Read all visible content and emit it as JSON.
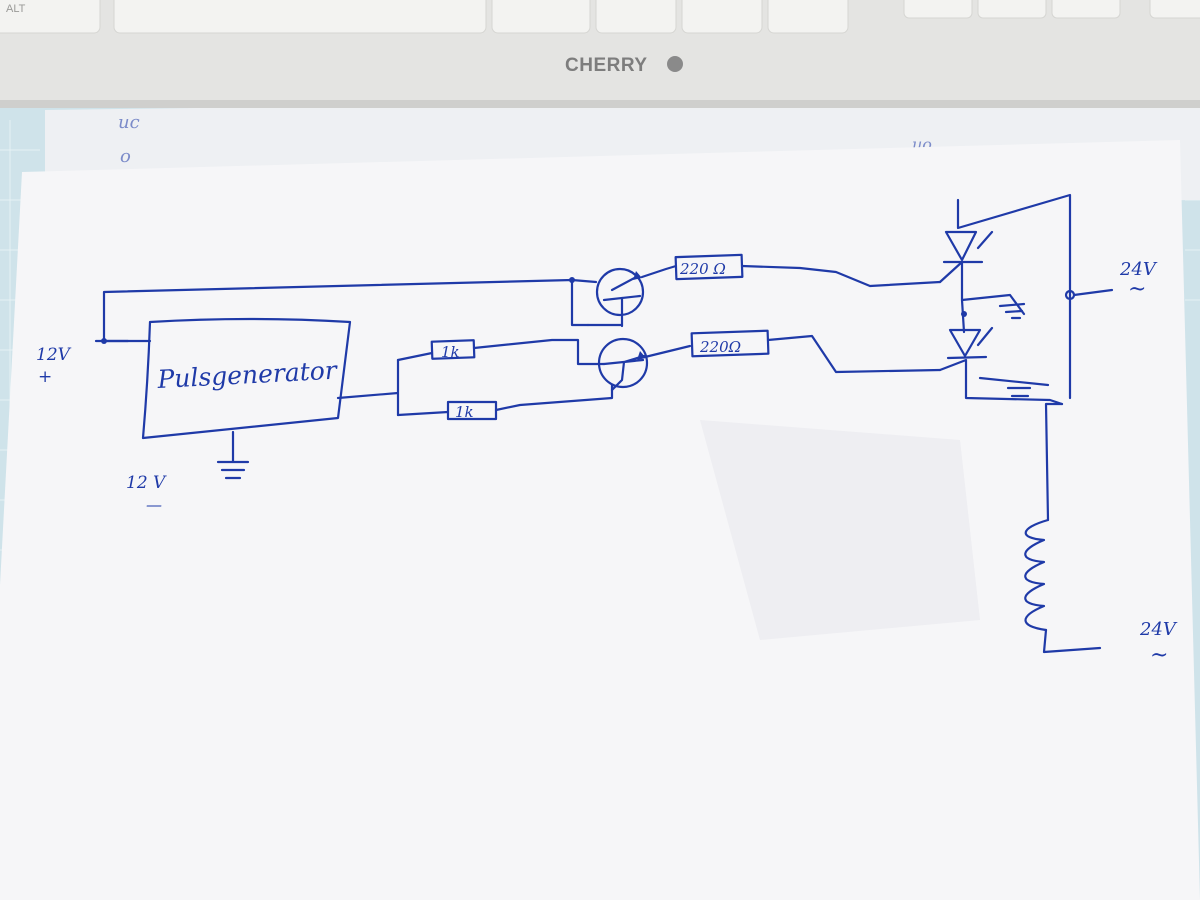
{
  "keyboard": {
    "brand": "CHERRY",
    "alt_key_label": "ALT"
  },
  "sheet_behind": {
    "scribble_top": "uc",
    "scribble_left": "o",
    "scribble_right": "uo"
  },
  "schematic": {
    "labels": {
      "supply_plus_voltage": "12V",
      "supply_plus_sign": "+",
      "supply_minus_voltage": "12 V",
      "supply_minus_sign": "—",
      "pulse_generator": "Pulsgenerator",
      "resistor_upper_base": "1k",
      "resistor_lower_base": "1k",
      "resistor_upper_gate": "220 Ω",
      "resistor_lower_gate": "220Ω",
      "ac_out_top_voltage": "24V",
      "ac_out_top_symbol": "~",
      "ac_out_bottom_voltage": "24V",
      "ac_out_bottom_symbol": "~"
    },
    "colors": {
      "ink": "#1f3aa8",
      "paper": "#f6f6f8"
    }
  }
}
